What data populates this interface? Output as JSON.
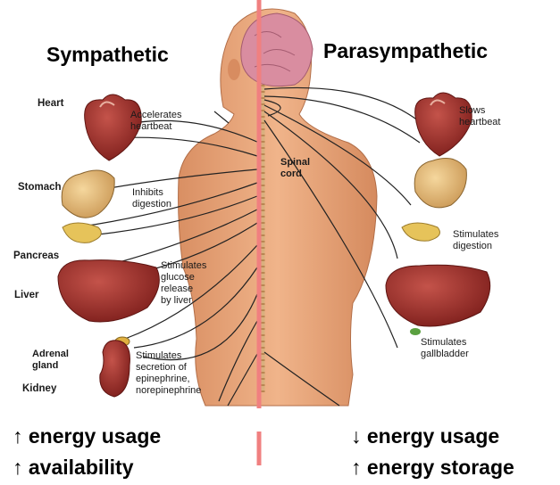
{
  "headings": {
    "left": "Sympathetic",
    "right": "Parasympathetic"
  },
  "center_label": "Spinal\ncord",
  "sympathetic": {
    "organs": {
      "heart": "Heart",
      "stomach": "Stomach",
      "pancreas": "Pancreas",
      "liver": "Liver",
      "adrenal": "Adrenal\ngland",
      "kidney": "Kidney"
    },
    "effects": {
      "heart": "Accelerates\nheartbeat",
      "stomach": "Inhibits\ndigestion",
      "liver": "Stimulates\nglucose\nrelease\nby liver",
      "adrenal": "Stimulates\nsecretion of\nepinephrine,\nnorepinephrine"
    }
  },
  "parasympathetic": {
    "effects": {
      "heart": "Slows\nheartbeat",
      "stomach": "Stimulates\ndigestion",
      "gallbladder": "Stimulates\ngallbladder"
    }
  },
  "summary": {
    "left": [
      "↑ energy usage",
      "↑ availability"
    ],
    "right": [
      "↓ energy usage",
      "↑ energy storage"
    ]
  },
  "colors": {
    "skin": "#e8a77c",
    "organ_red": "#a8322c",
    "divider": "#f08080",
    "stomach": "#e6bd7a"
  }
}
